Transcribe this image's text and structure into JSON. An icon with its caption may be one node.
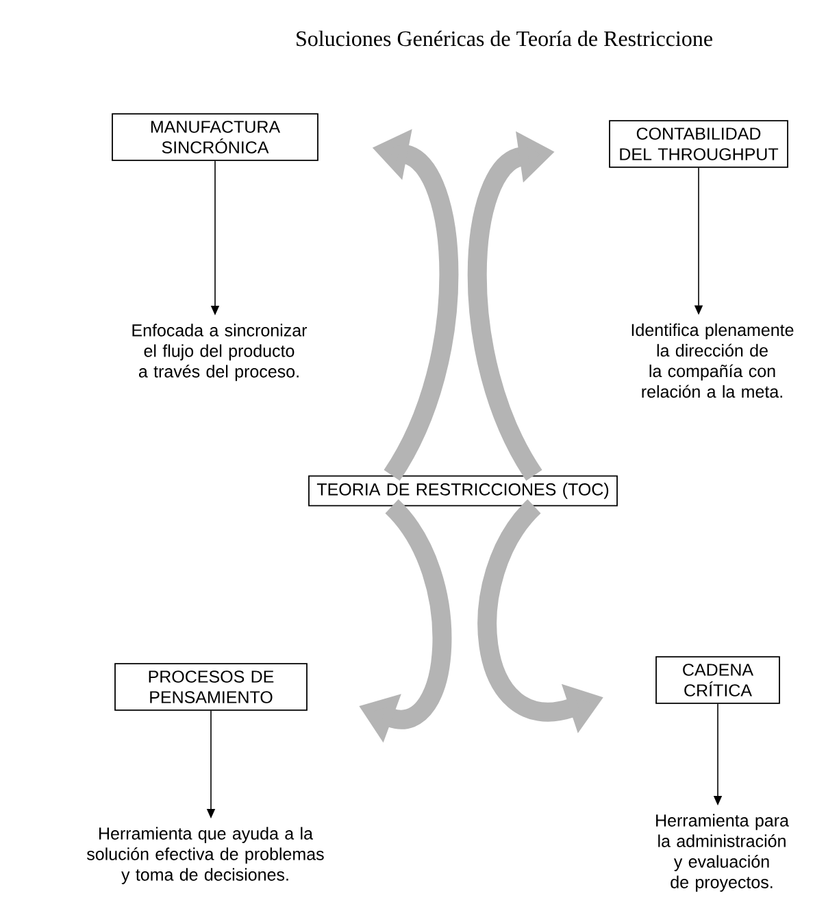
{
  "diagram": {
    "title": "Soluciones Genéricas de Teoría de Restriccione",
    "nodes": [
      {
        "text": [
          "MANUFACTURA SINCRÓNICA"
        ]
      },
      {
        "text": [
          "CONTABILIDAD DEL THROUGHPUT"
        ]
      },
      {
        "text": [
          "Enfocada a sincronizar el flujo del producto a través del proceso."
        ]
      },
      {
        "text": [
          "Identifica plenamente la dirección de la compañía con relación a la meta."
        ]
      },
      {
        "text": [
          "TEORIA DE RESTRICCIONES (TOC)"
        ]
      },
      {
        "text": [
          "PROCESOS DE PENSAMIENTO"
        ]
      },
      {
        "text": [
          "CADENA CRÍTICA"
        ]
      },
      {
        "text": [
          "Herramienta que ayuda a la solución efectiva de problemas y toma de decisiones."
        ]
      },
      {
        "text": [
          "Herramienta para la administración y evaluación de proyectos."
        ]
      }
    ],
    "edges": [
      {
        "from": 0,
        "to": 2,
        "arrow": "to"
      },
      {
        "from": 1,
        "to": 3,
        "arrow": "to"
      },
      {
        "from": 4,
        "to": 0,
        "arrow": "to",
        "style": "thick",
        "color": "#b4b4b4"
      },
      {
        "from": 4,
        "to": 1,
        "arrow": "to",
        "style": "thick",
        "color": "#b4b4b4"
      },
      {
        "from": 4,
        "to": 5,
        "arrow": "to",
        "style": "thick",
        "color": "#b4b4b4"
      },
      {
        "from": 4,
        "to": 6,
        "arrow": "to",
        "style": "thick",
        "color": "#b4b4b4"
      },
      {
        "from": 5,
        "to": 7,
        "arrow": "to"
      },
      {
        "from": 6,
        "to": 8,
        "arrow": "to"
      }
    ]
  }
}
